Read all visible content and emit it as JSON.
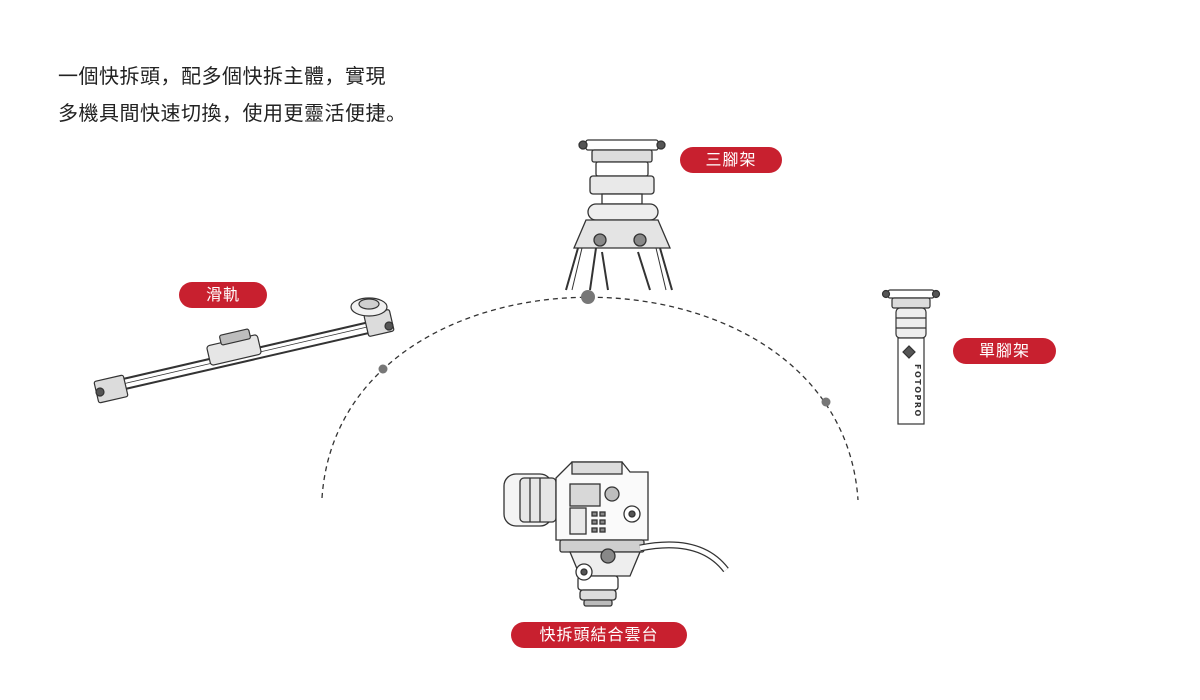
{
  "heading": {
    "line1": "一個快拆頭，配多個快拆主體，實現",
    "line2": "多機具間快速切換，使用更靈活便捷。"
  },
  "labels": {
    "tripod": "三腳架",
    "slider": "滑軌",
    "monopod": "單腳架",
    "center": "快拆頭結合雲台"
  },
  "monopod_brand": "FOTOPRO",
  "colors": {
    "accent": "#c8202f",
    "text": "#222222",
    "line": "#333333",
    "dot": "#777777"
  }
}
